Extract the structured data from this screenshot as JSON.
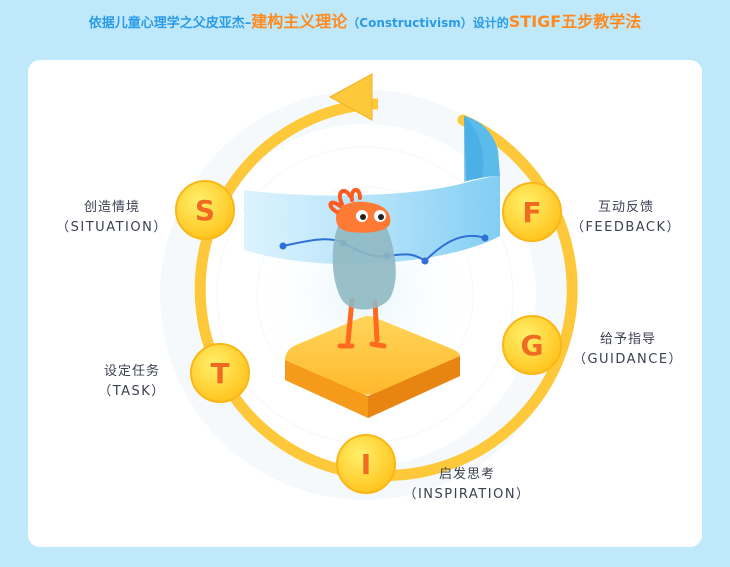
{
  "header": {
    "part1": "依据儿童心理学之父皮亚杰–",
    "part2": "建构主义理论",
    "part3": "（Constructivism）",
    "part4": "设计的",
    "part5": "STIGF五步教学法"
  },
  "steps": [
    {
      "letter": "S",
      "zh": "创造情境",
      "en": "（SITUATION）"
    },
    {
      "letter": "T",
      "zh": "设定任务",
      "en": "（TASK）"
    },
    {
      "letter": "I",
      "zh": "启发思考",
      "en": "（INSPIRATION）"
    },
    {
      "letter": "G",
      "zh": "给予指导",
      "en": "（GUIDANCE）"
    },
    {
      "letter": "F",
      "zh": "互动反馈",
      "en": "（FEEDBACK）"
    }
  ],
  "colors": {
    "page_bg": "#bfe9fb",
    "header_blue": "#2b9be8",
    "header_orange": "#ff8a1e",
    "ring": "#fdc93b",
    "badge_fill": "#ffd21f",
    "badge_letter": "#f06a22",
    "screen_blue": "#9fdaf7",
    "platform": "#ffb42b",
    "character": "#8fb8c2",
    "character_head": "#ff7a35"
  }
}
